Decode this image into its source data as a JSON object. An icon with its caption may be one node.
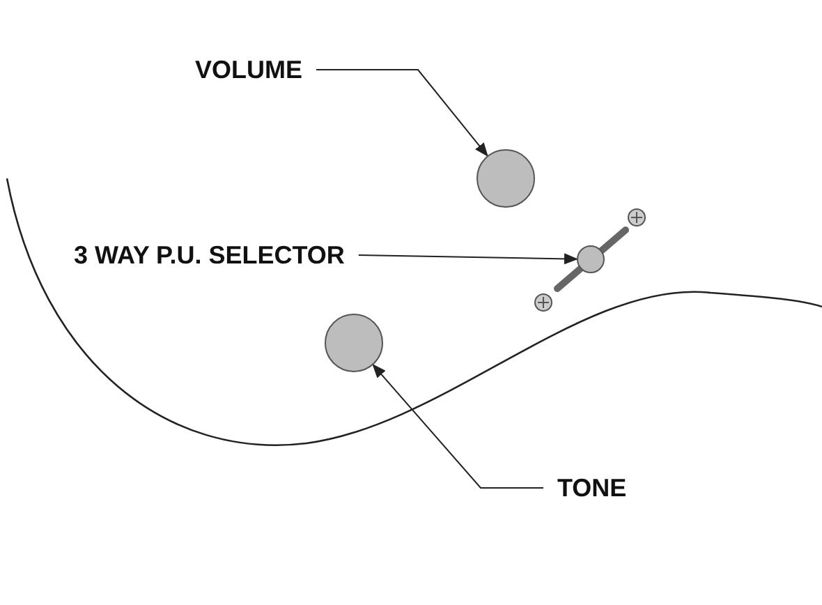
{
  "diagram": {
    "nodes": [
      {
        "text": [
          "VOLUME"
        ]
      },
      {
        "text": [],
        "shape": "circle"
      },
      {
        "text": [
          "3 WAY P.U. SELECTOR"
        ]
      },
      {
        "text": [],
        "shape": "circle"
      },
      {
        "text": [
          "TONE"
        ]
      },
      {
        "text": [],
        "shape": "circle"
      }
    ],
    "edges": [
      {
        "from": 0,
        "to": 1,
        "arrow": "to"
      },
      {
        "from": 2,
        "to": 3,
        "arrow": "to"
      },
      {
        "from": 4,
        "to": 5,
        "arrow": "to"
      }
    ]
  }
}
